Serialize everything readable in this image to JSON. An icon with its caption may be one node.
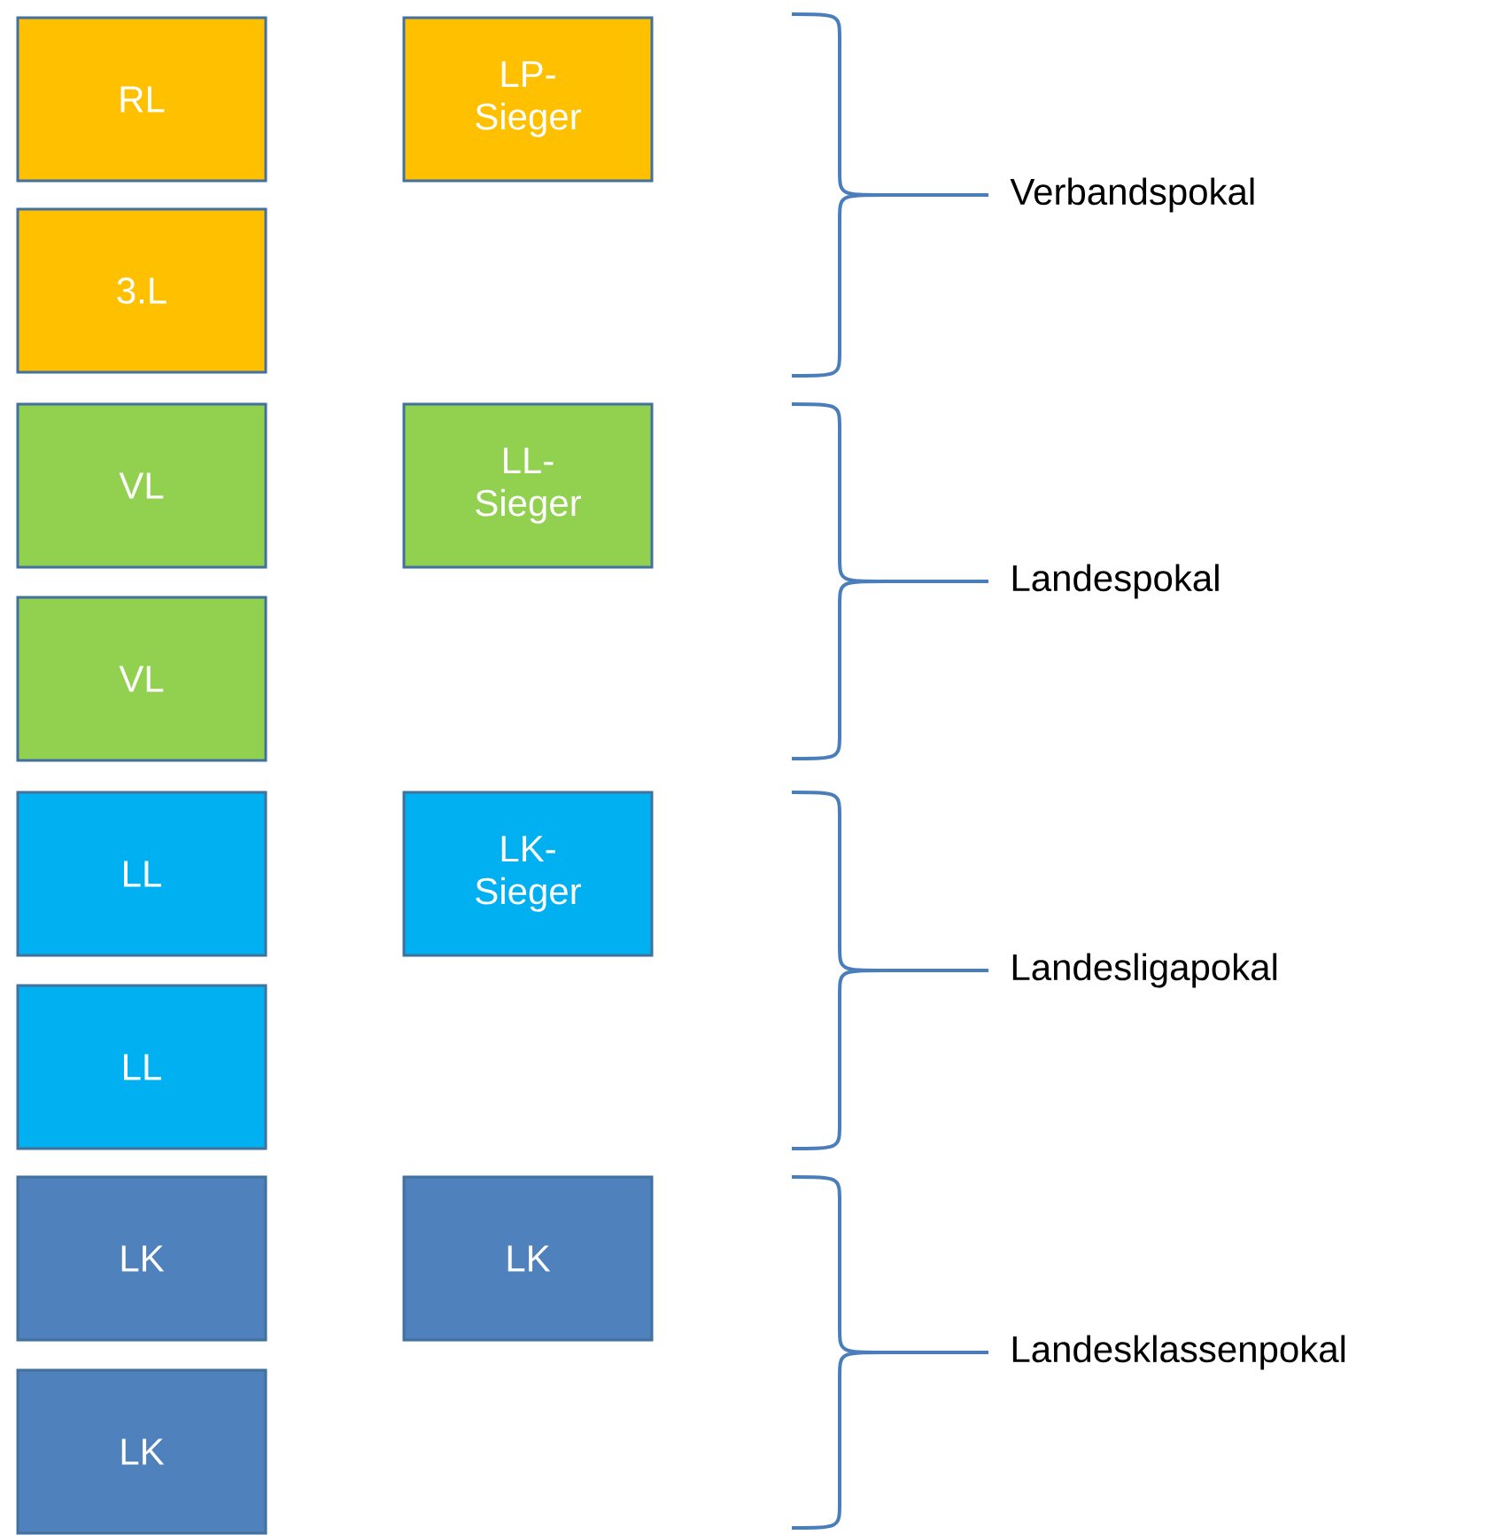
{
  "diagram": {
    "nodes": [
      {
        "text": [
          "RL"
        ]
      },
      {
        "text": [
          "LP- Sieger"
        ]
      },
      {
        "text": [
          "3.L"
        ]
      },
      {
        "text": [
          "VL"
        ]
      },
      {
        "text": [
          "LL- Sieger"
        ]
      },
      {
        "text": [
          "VL"
        ]
      },
      {
        "text": [
          "LL"
        ]
      },
      {
        "text": [
          "LK- Sieger"
        ]
      },
      {
        "text": [
          "LL"
        ]
      },
      {
        "text": [
          "LK"
        ]
      },
      {
        "text": [
          "LK"
        ]
      },
      {
        "text": [
          "LK"
        ]
      }
    ],
    "labels": [
      "Verbandspokal",
      "Landespokal",
      "Landesligapokal",
      "Landesklassenpokal"
    ]
  }
}
